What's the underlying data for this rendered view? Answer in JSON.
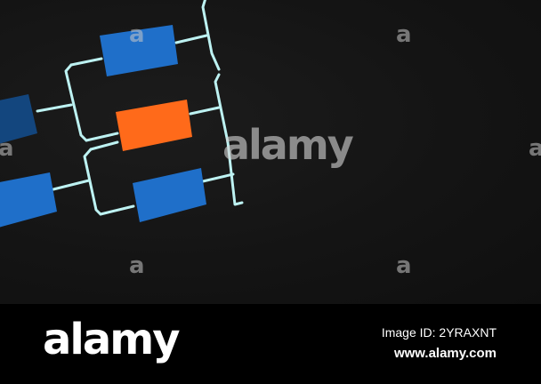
{
  "watermark": {
    "small_mark": "a",
    "center_text": "alamy"
  },
  "footer": {
    "logo": "alamy",
    "image_id": "Image ID: 2YRAXNT",
    "url": "www.alamy.com"
  },
  "colors": {
    "background": "#141414",
    "connector_line": "#bdf2f2",
    "box_blue": "#1f6fc9",
    "box_dark_blue": "#13467e",
    "box_highlight": "#ff6a1a",
    "footer_background": "#000000"
  }
}
